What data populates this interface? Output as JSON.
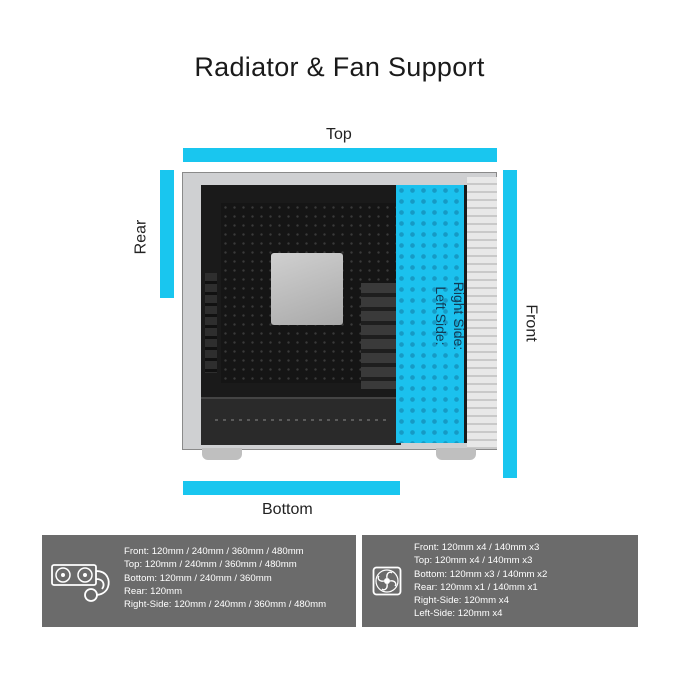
{
  "title": "Radiator & Fan Support",
  "labels": {
    "top": "Top",
    "rear": "Rear",
    "front": "Front",
    "bottom": "Bottom",
    "right_side": "Right Side:",
    "left_side": "Left Side:"
  },
  "colors": {
    "accent": "#19c6ef",
    "panel_bg": "#6b6b6b",
    "panel_text": "#ffffff"
  },
  "icons": {
    "radiator_panel": "aio-cooler-icon",
    "fan_panel": "case-fan-icon"
  },
  "radiator_support": [
    "Front: 120mm / 240mm / 360mm / 480mm",
    "Top: 120mm / 240mm / 360mm / 480mm",
    "Bottom: 120mm / 240mm / 360mm",
    "Rear: 120mm",
    "Right-Side: 120mm / 240mm / 360mm / 480mm"
  ],
  "fan_support": [
    "Front: 120mm x4 / 140mm x3",
    "Top: 120mm x4 / 140mm x3",
    "Bottom: 120mm x3 / 140mm x2",
    "Rear: 120mm x1 / 140mm x1",
    "Right-Side: 120mm x4",
    "Left-Side: 120mm x4"
  ]
}
